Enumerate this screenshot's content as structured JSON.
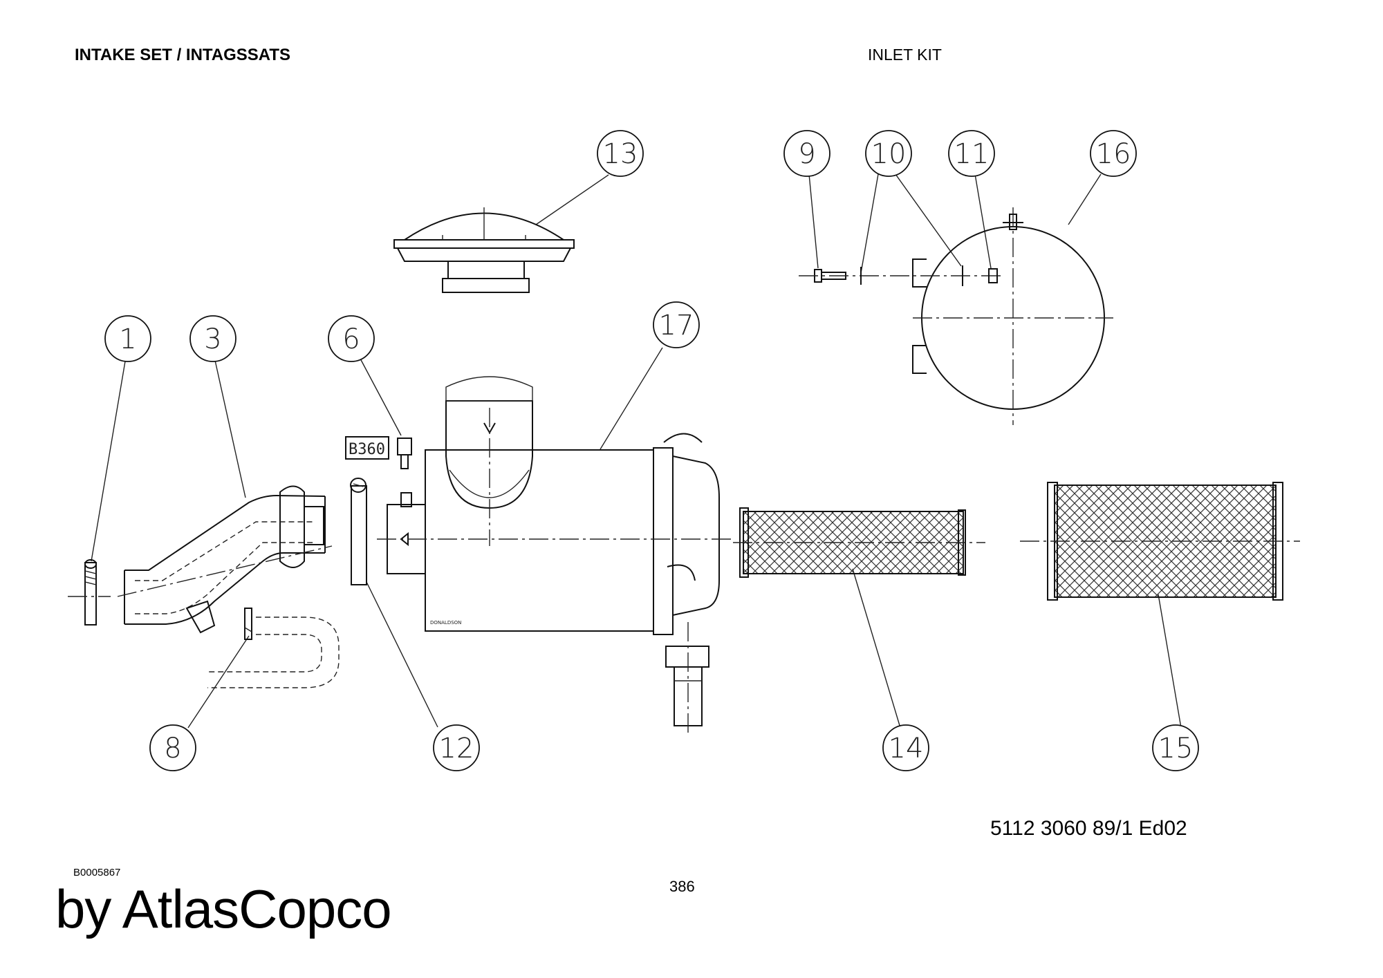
{
  "header": {
    "title": "INTAKE SET / INTAGSSATS",
    "subtitle": "INLET KIT"
  },
  "diagram": {
    "callouts": [
      "1",
      "3",
      "6",
      "8",
      "9",
      "10",
      "11",
      "12",
      "13",
      "14",
      "15",
      "16",
      "17"
    ],
    "tag_label": "B360",
    "housing_label": "DONALDSON"
  },
  "footer": {
    "doc_number": "5112 3060 89/1   Ed02",
    "image_code": "B0005867",
    "page_number": "386",
    "brand": "by AtlasCopco"
  }
}
